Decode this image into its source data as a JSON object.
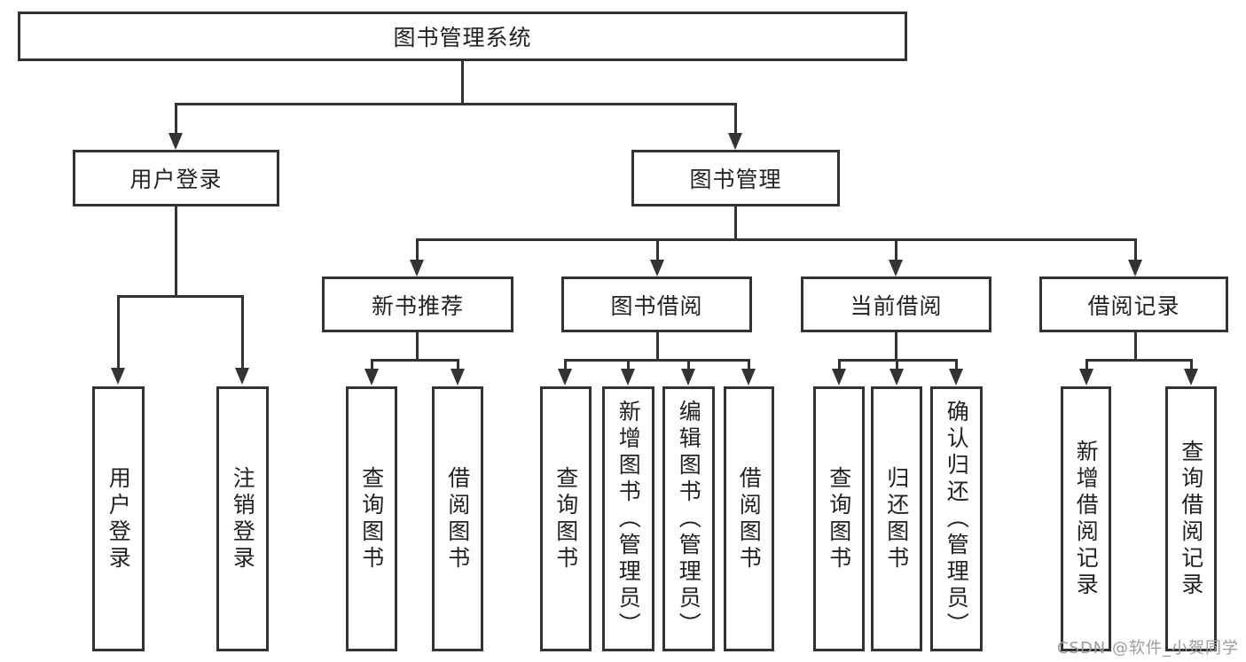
{
  "diagram": {
    "root": {
      "label": "图书管理系统"
    },
    "level2": [
      {
        "label": "用户登录"
      },
      {
        "label": "图书管理"
      }
    ],
    "level3": [
      {
        "label": "新书推荐"
      },
      {
        "label": "图书借阅"
      },
      {
        "label": "当前借阅"
      },
      {
        "label": "借阅记录"
      }
    ],
    "leaves": {
      "user_login": [
        "用户登录",
        "注销登录"
      ],
      "new_book_recommend": [
        "查询图书",
        "借阅图书"
      ],
      "book_borrow": [
        "查询图书",
        "新增图书（管理员）",
        "编辑图书（管理员）",
        "借阅图书"
      ],
      "current_borrow": [
        "查询图书",
        "归还图书",
        "确认归还（管理员）"
      ],
      "borrow_record": [
        "新增借阅记录",
        "查询借阅记录"
      ]
    }
  },
  "watermark": {
    "text": "CSDN @软件_小贺同学"
  },
  "colors": {
    "line": "#333333",
    "text": "#222222",
    "watermark": "#9b9b9b",
    "background": "#ffffff"
  }
}
